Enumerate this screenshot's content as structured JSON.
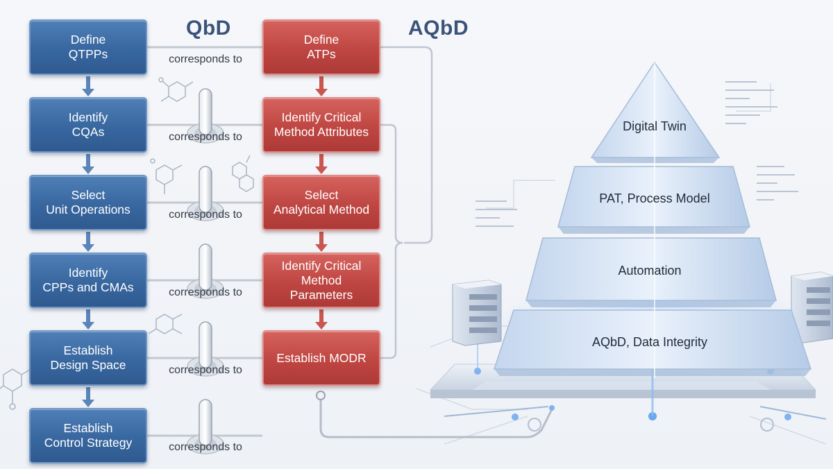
{
  "headings": {
    "qbd": "QbD",
    "aqbd": "AQbD"
  },
  "qbd_steps": [
    {
      "label": "Define\nQTPPs"
    },
    {
      "label": "Identify\nCQAs"
    },
    {
      "label": "Select\nUnit Operations"
    },
    {
      "label": "Identify\nCPPs and CMAs"
    },
    {
      "label": "Establish\nDesign Space"
    },
    {
      "label": "Establish\nControl Strategy"
    }
  ],
  "aqbd_steps": [
    {
      "label": "Define\nATPs"
    },
    {
      "label": "Identify Critical\nMethod Attributes"
    },
    {
      "label": "Select\nAnalytical Method"
    },
    {
      "label": "Identify Critical\nMethod Parameters"
    },
    {
      "label": "Establish MODR"
    }
  ],
  "link_label": "corresponds to",
  "pyramid": {
    "tiers": [
      {
        "label": "Digital Twin"
      },
      {
        "label": "PAT, Process Model"
      },
      {
        "label": "Automation"
      },
      {
        "label": "AQbD, Data Integrity"
      }
    ]
  },
  "colors": {
    "qbd": "#3a6aa5",
    "aqbd": "#c0463f",
    "heading": "#3a5378"
  }
}
